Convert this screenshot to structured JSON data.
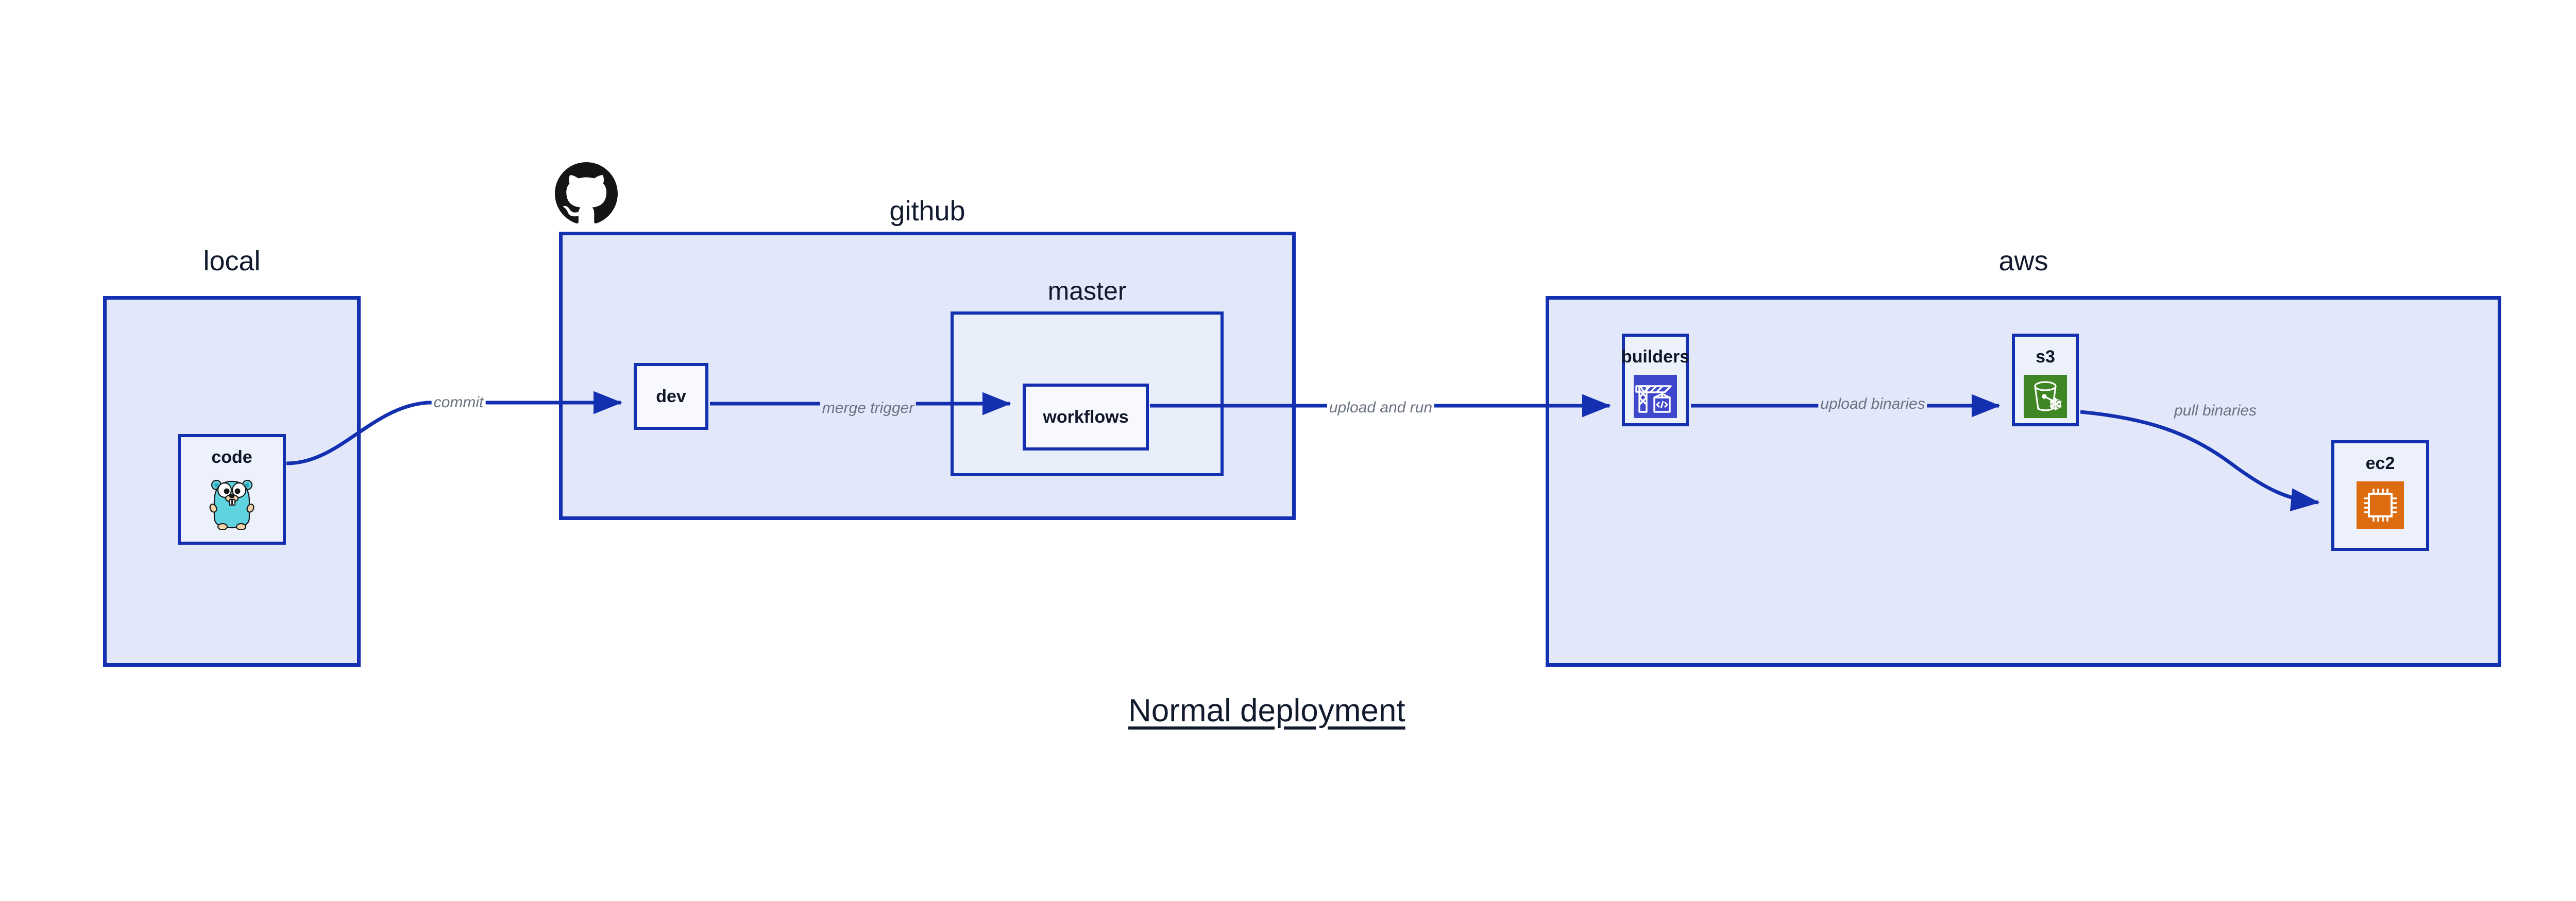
{
  "diagram": {
    "caption": "Normal deployment",
    "colors": {
      "group_border": "#1330b0",
      "group_fill": "#e2e7fa",
      "inner_fill": "#e9eefb",
      "node_fill": "#edf1fc",
      "edge": "#1330b0",
      "edge_label": "#6b7280",
      "title_text": "#121a2e",
      "codebuild_blue": "#3f48cc",
      "s3_green": "#3f8624",
      "ec2_orange": "#dd6b10",
      "github_black": "#151515",
      "gopher_cyan": "#5fd3e0"
    },
    "groups": [
      {
        "id": "local",
        "label": "local"
      },
      {
        "id": "github",
        "label": "github"
      },
      {
        "id": "master",
        "label": "master"
      },
      {
        "id": "aws",
        "label": "aws"
      }
    ],
    "nodes": [
      {
        "id": "code",
        "label": "code",
        "icon": "go-gopher-icon",
        "group": "local"
      },
      {
        "id": "dev",
        "label": "dev",
        "icon": null,
        "group": "github"
      },
      {
        "id": "workflows",
        "label": "workflows",
        "icon": null,
        "group": "master"
      },
      {
        "id": "builders",
        "label": "builders",
        "icon": "aws-codebuild-icon",
        "group": "aws"
      },
      {
        "id": "s3",
        "label": "s3",
        "icon": "aws-s3-bucket-icon",
        "group": "aws"
      },
      {
        "id": "ec2",
        "label": "ec2",
        "icon": "aws-ec2-chip-icon",
        "group": "aws"
      }
    ],
    "edges": [
      {
        "id": "commit",
        "label": "commit",
        "from": "code",
        "to": "dev"
      },
      {
        "id": "merge-trigger",
        "label": "merge trigger",
        "from": "dev",
        "to": "workflows"
      },
      {
        "id": "upload-and-run",
        "label": "upload and run",
        "from": "workflows",
        "to": "builders"
      },
      {
        "id": "upload-binaries",
        "label": "upload binaries",
        "from": "builders",
        "to": "s3"
      },
      {
        "id": "pull-binaries",
        "label": "pull binaries",
        "from": "s3",
        "to": "ec2"
      }
    ],
    "logos": [
      {
        "id": "github-logo",
        "name": "github-octocat-icon"
      }
    ]
  }
}
